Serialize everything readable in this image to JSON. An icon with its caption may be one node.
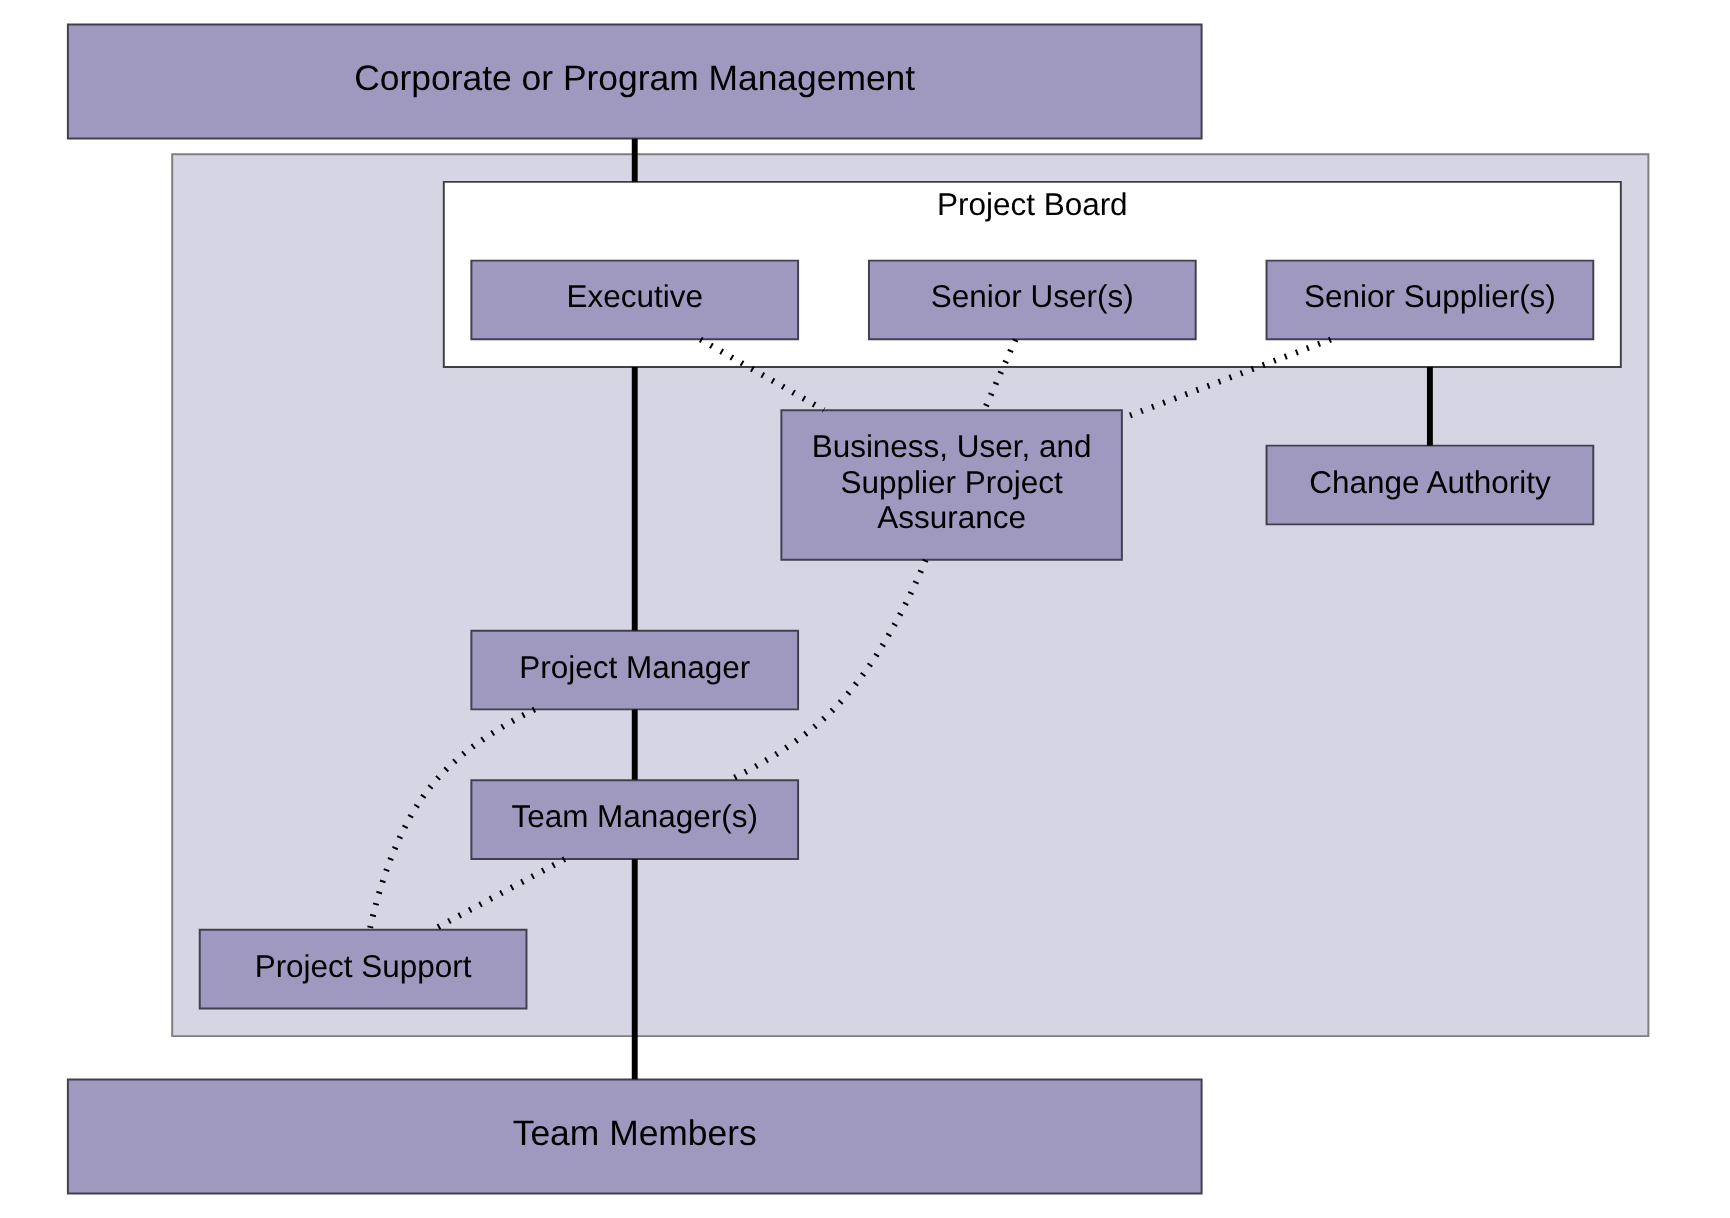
{
  "diagram": {
    "nodes": [
      {
        "text": [
          "Corporate or Program Management"
        ]
      },
      {
        "text": [],
        "shape": "box"
      },
      {
        "text": [
          "Project Board"
        ],
        "in": 1
      },
      {
        "text": [
          "Senior User(s)"
        ],
        "in": 2
      },
      {
        "text": [
          "Executive"
        ],
        "in": 2
      },
      {
        "text": [
          "Senior Supplier(s)"
        ],
        "in": 2
      },
      {
        "text": [
          "Business, User, and Supplier Project Assurance"
        ],
        "in": 1
      },
      {
        "text": [
          "Change Authority"
        ],
        "in": 1
      },
      {
        "text": [
          "Project Manager"
        ],
        "in": 1
      },
      {
        "text": [
          "Project Support"
        ],
        "in": 1
      },
      {
        "text": [
          "Team Manager(s)"
        ],
        "in": 1
      },
      {
        "text": [
          "Team Members"
        ]
      }
    ],
    "edges": [
      {
        "from": 0,
        "to": 2,
        "arrow": "none"
      },
      {
        "from": 3,
        "to": 6,
        "arrow": "none",
        "style": "dashed"
      },
      {
        "from": 4,
        "to": 6,
        "arrow": "none",
        "style": "dashed"
      },
      {
        "from": 5,
        "to": 6,
        "arrow": "none",
        "style": "dashed"
      },
      {
        "from": 2,
        "to": 8,
        "arrow": "none"
      },
      {
        "from": 2,
        "to": 7,
        "arrow": "none"
      },
      {
        "from": 8,
        "to": 10,
        "arrow": "none"
      },
      {
        "from": 8,
        "to": 9,
        "arrow": "none",
        "style": "dashed"
      },
      {
        "from": 6,
        "to": 10,
        "arrow": "none",
        "style": "dashed"
      },
      {
        "from": 10,
        "to": 9,
        "arrow": "none",
        "style": "dashed"
      },
      {
        "from": 10,
        "to": 11,
        "arrow": "none"
      }
    ]
  }
}
